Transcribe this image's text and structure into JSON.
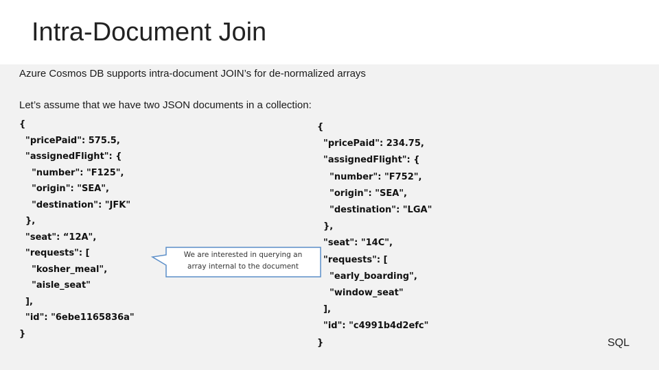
{
  "title": "Intra-Document Join",
  "intro_line": "Azure Cosmos DB supports intra-document JOIN’s for de-normalized arrays",
  "assume_line": "Let’s assume that we have two JSON documents in a collection:",
  "doc1_lines": [
    "{",
    "  \"pricePaid\": 575.5,",
    "  \"assignedFlight\": {",
    "    \"number\": \"F125\",",
    "    \"origin\": \"SEA\",",
    "    \"destination\": \"JFK\"",
    "  },",
    "  \"seat\": “12A\",",
    "  \"requests\": [",
    "    \"kosher_meal\",",
    "    \"aisle_seat\"",
    "  ],",
    "  \"id\": \"6ebe1165836a\"",
    "}"
  ],
  "doc2_lines": [
    "{",
    "  \"pricePaid\": 234.75,",
    "  \"assignedFlight\": {",
    "    \"number\": \"F752\",",
    "    \"origin\": \"SEA\",",
    "    \"destination\": \"LGA\"",
    "  },",
    "  \"seat\": \"14C\",",
    "  \"requests\": [",
    "    \"early_boarding\",",
    "    \"window_seat\"",
    "  ],",
    "  \"id\": \"c4991b4d2efc\"",
    "}"
  ],
  "callout": {
    "line1": "We are interested in querying an",
    "line2": "array internal to the document"
  },
  "footer_label": "SQL"
}
